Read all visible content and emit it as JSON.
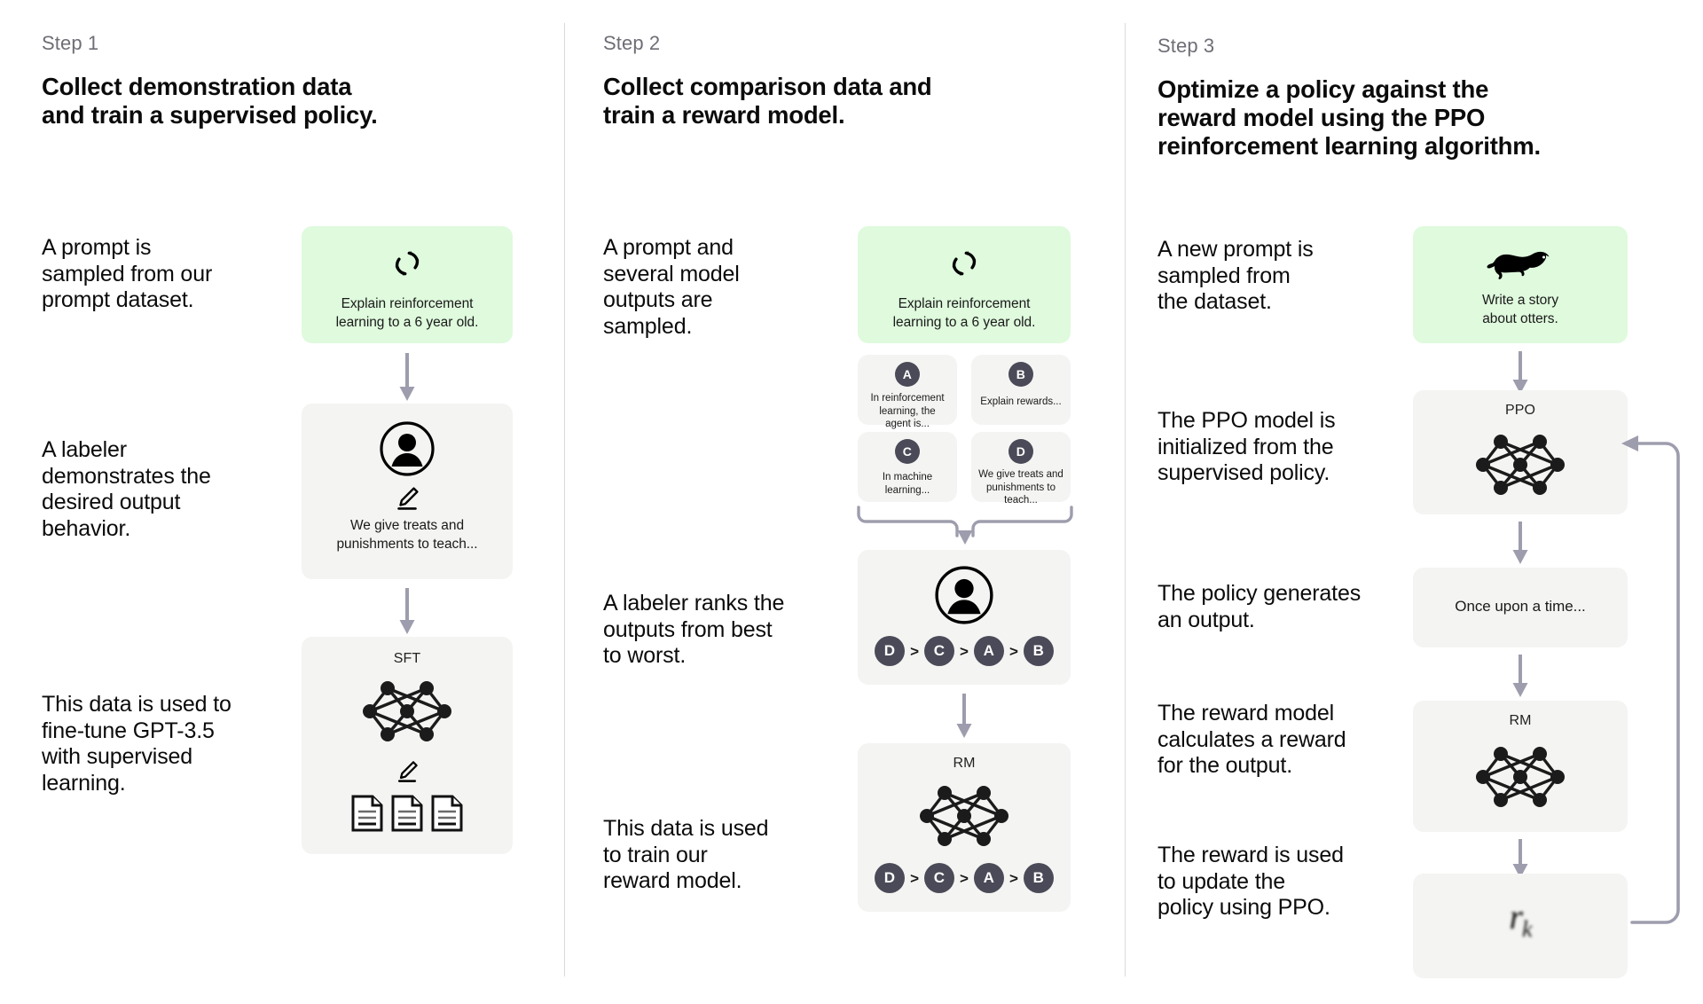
{
  "columns": [
    {
      "step_label": "Step 1",
      "title": "Collect demonstration data\nand train a supervised policy.",
      "title_line1": "Collect demonstration data",
      "title_line2": "and train a supervised policy.",
      "descriptions": [
        "A prompt is\nsampled from our\nprompt dataset.",
        "A labeler\ndemonstrates the\ndesired output\nbehavior.",
        "This data is used to\nfine-tune GPT-3.5\nwith supervised\nlearning."
      ],
      "prompt_card": {
        "icon": "refresh-loop-icon",
        "text": "Explain reinforcement\nlearning to a 6 year old."
      },
      "labeler_card": {
        "avatar_icon": "person-avatar-icon",
        "pencil_icon": "pencil-icon",
        "text": "We give treats and\npunishments to teach..."
      },
      "model_card": {
        "title": "SFT",
        "network_icon": "neural-network-icon",
        "pencil_icon": "pencil-icon",
        "docs_icon": "document-icon"
      }
    },
    {
      "step_label": "Step 2",
      "title_line1": "Collect comparison data and",
      "title_line2": "train a reward model.",
      "descriptions": [
        "A prompt and\nseveral model\noutputs are\nsampled.",
        "A labeler ranks the\noutputs from best\nto worst.",
        "This data is used\nto train our\nreward model."
      ],
      "prompt_card": {
        "icon": "refresh-loop-icon",
        "text": "Explain reinforcement\nlearning to a 6 year old."
      },
      "outputs": [
        {
          "badge": "A",
          "text": "In reinforcement\nlearning, the\nagent is..."
        },
        {
          "badge": "B",
          "text": "Explain rewards..."
        },
        {
          "badge": "C",
          "text": "In machine\nlearning..."
        },
        {
          "badge": "D",
          "text": "We give treats and\npunishments to\nteach..."
        }
      ],
      "labeler_card": {
        "avatar_icon": "person-avatar-icon",
        "ranking": [
          "D",
          "C",
          "A",
          "B"
        ],
        "separator": ">"
      },
      "model_card": {
        "title": "RM",
        "network_icon": "neural-network-icon",
        "ranking": [
          "D",
          "C",
          "A",
          "B"
        ],
        "separator": ">"
      }
    },
    {
      "step_label": "Step 3",
      "title_line1": "Optimize a policy against the",
      "title_line2": "reward model using the PPO",
      "title_line3": "reinforcement learning algorithm.",
      "descriptions": [
        "A new prompt is\nsampled from\nthe dataset.",
        "The PPO model is\ninitialized from the\nsupervised policy.",
        "The policy generates\nan output.",
        "The reward model\ncalculates a reward\nfor the output.",
        "The reward is used\nto update the\npolicy using PPO."
      ],
      "prompt_card": {
        "icon": "otter-icon",
        "text": "Write a story\nabout otters."
      },
      "ppo_card": {
        "title": "PPO",
        "network_icon": "neural-network-icon"
      },
      "output_card": {
        "text": "Once upon a time..."
      },
      "rm_card": {
        "title": "RM",
        "network_icon": "neural-network-icon"
      },
      "reward_card": {
        "symbol": "r",
        "subscript": "k"
      }
    }
  ],
  "colors": {
    "green_card": "#dffadd",
    "grey_card": "#f4f4f2",
    "arrow": "#9d9dae",
    "badge": "#4a4a58",
    "text": "#0b0b0b",
    "muted_text": "#6e6e76",
    "divider": "#d9dadd"
  }
}
